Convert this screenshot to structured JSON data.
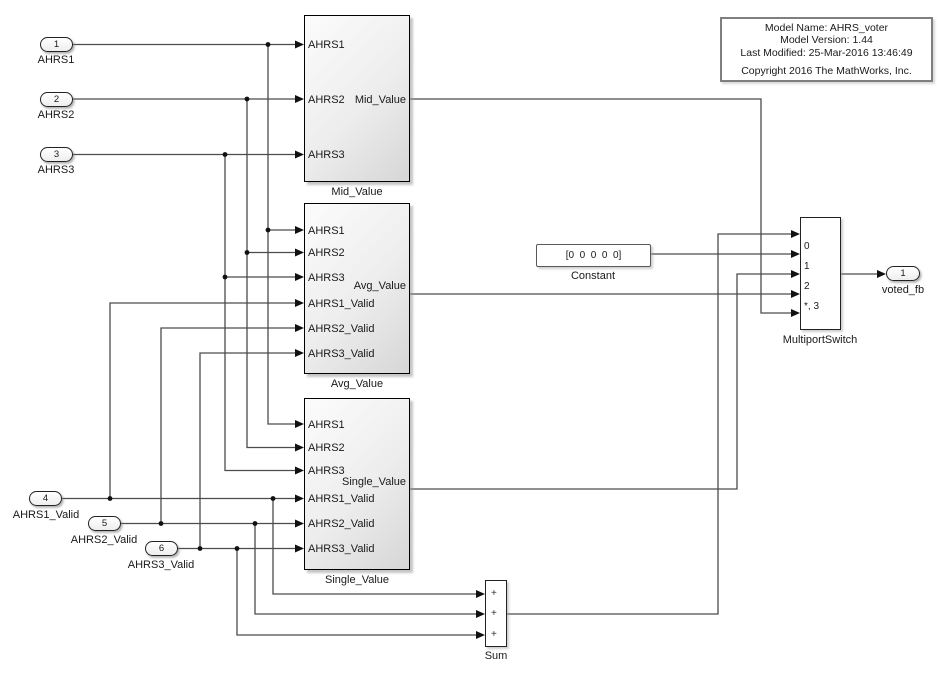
{
  "colors": {
    "background": "#ffffff",
    "wire": "#4c4c4c",
    "arrow": "#111111",
    "block_border": "#000000",
    "block_fill_light": "#fcfcfc",
    "block_fill_dark": "#d6d6d6",
    "annotation_border": "#7f7f7f"
  },
  "inports": [
    {
      "number": "1",
      "label": "AHRS1"
    },
    {
      "number": "2",
      "label": "AHRS2"
    },
    {
      "number": "3",
      "label": "AHRS3"
    },
    {
      "number": "4",
      "label": "AHRS1_Valid"
    },
    {
      "number": "5",
      "label": "AHRS2_Valid"
    },
    {
      "number": "6",
      "label": "AHRS3_Valid"
    }
  ],
  "outport": {
    "number": "1",
    "label": "voted_fb"
  },
  "subsystems": [
    {
      "name": "Mid_Value",
      "inputs": [
        "AHRS1",
        "AHRS2",
        "AHRS3"
      ],
      "output": "Mid_Value"
    },
    {
      "name": "Avg_Value",
      "inputs": [
        "AHRS1",
        "AHRS2",
        "AHRS3",
        "AHRS1_Valid",
        "AHRS2_Valid",
        "AHRS3_Valid"
      ],
      "output": "Avg_Value"
    },
    {
      "name": "Single_Value",
      "inputs": [
        "AHRS1",
        "AHRS2",
        "AHRS3",
        "AHRS1_Valid",
        "AHRS2_Valid",
        "AHRS3_Valid"
      ],
      "output": "Single_Value"
    }
  ],
  "constant": {
    "value": "[0  0  0  0  0]",
    "label": "Constant"
  },
  "multiport_switch": {
    "label": "MultiportSwitch",
    "port_labels": [
      "0",
      "1",
      "2",
      "*, 3"
    ]
  },
  "sum": {
    "label": "Sum",
    "signs": [
      "+",
      "+",
      "+"
    ]
  },
  "annotation": {
    "line1": "Model Name: AHRS_voter",
    "line2": "Model Version: 1.44",
    "line3": "Last Modified: 25-Mar-2016 13:46:49",
    "line4": "Copyright 2016 The MathWorks, Inc."
  }
}
